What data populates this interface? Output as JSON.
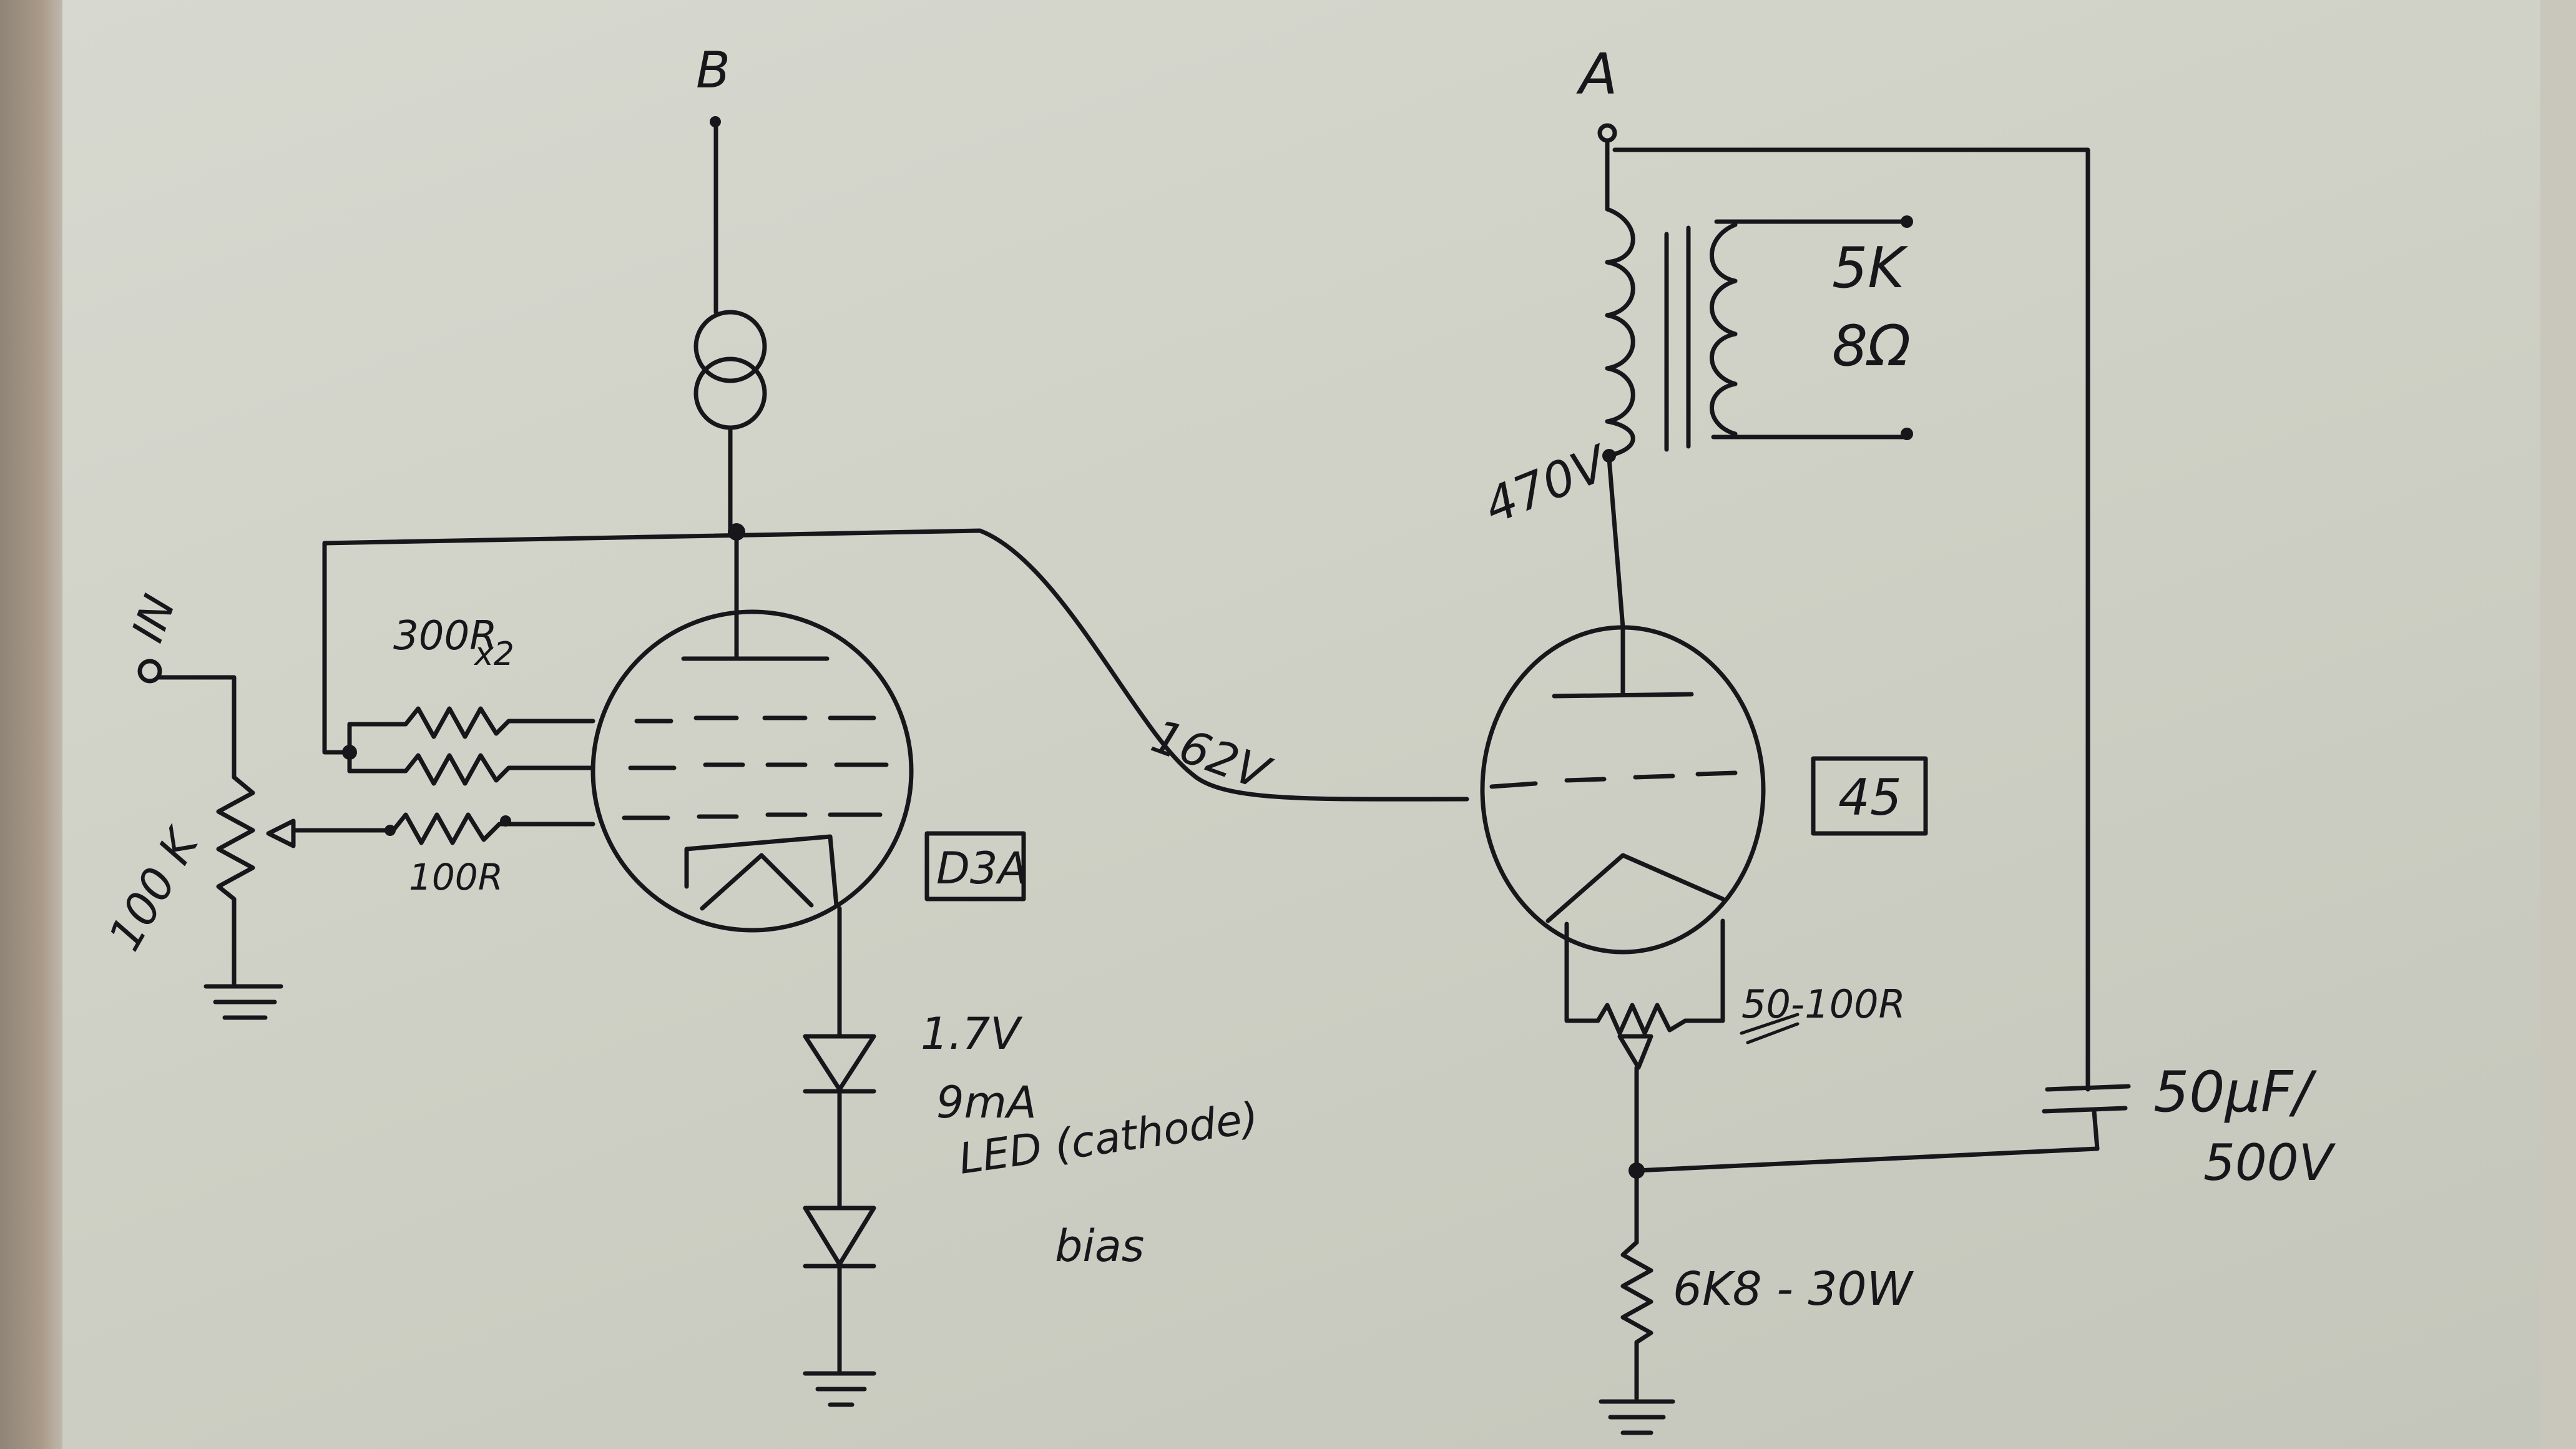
{
  "labels": {
    "supply_b": "B",
    "supply_a": "A",
    "input": "IN",
    "pot": "100 K",
    "grid_resistors": "300R",
    "grid_resistors_qty": "x2",
    "grid_stopper": "100R",
    "driver_tube": "D3A",
    "plate_voltage_driver": "162V",
    "led_voltage": "1.7V",
    "led_current": "9mA",
    "led_note": "LED (cathode)",
    "led_bias": "bias",
    "power_tube": "45",
    "plate_voltage_power": "470V",
    "transformer_primary": "5K",
    "transformer_secondary": "8Ω",
    "hum_pot": "50-100R",
    "capacitor": "50μF/",
    "capacitor_voltage": "500V",
    "cathode_resistor": "6K8 - 30W"
  }
}
